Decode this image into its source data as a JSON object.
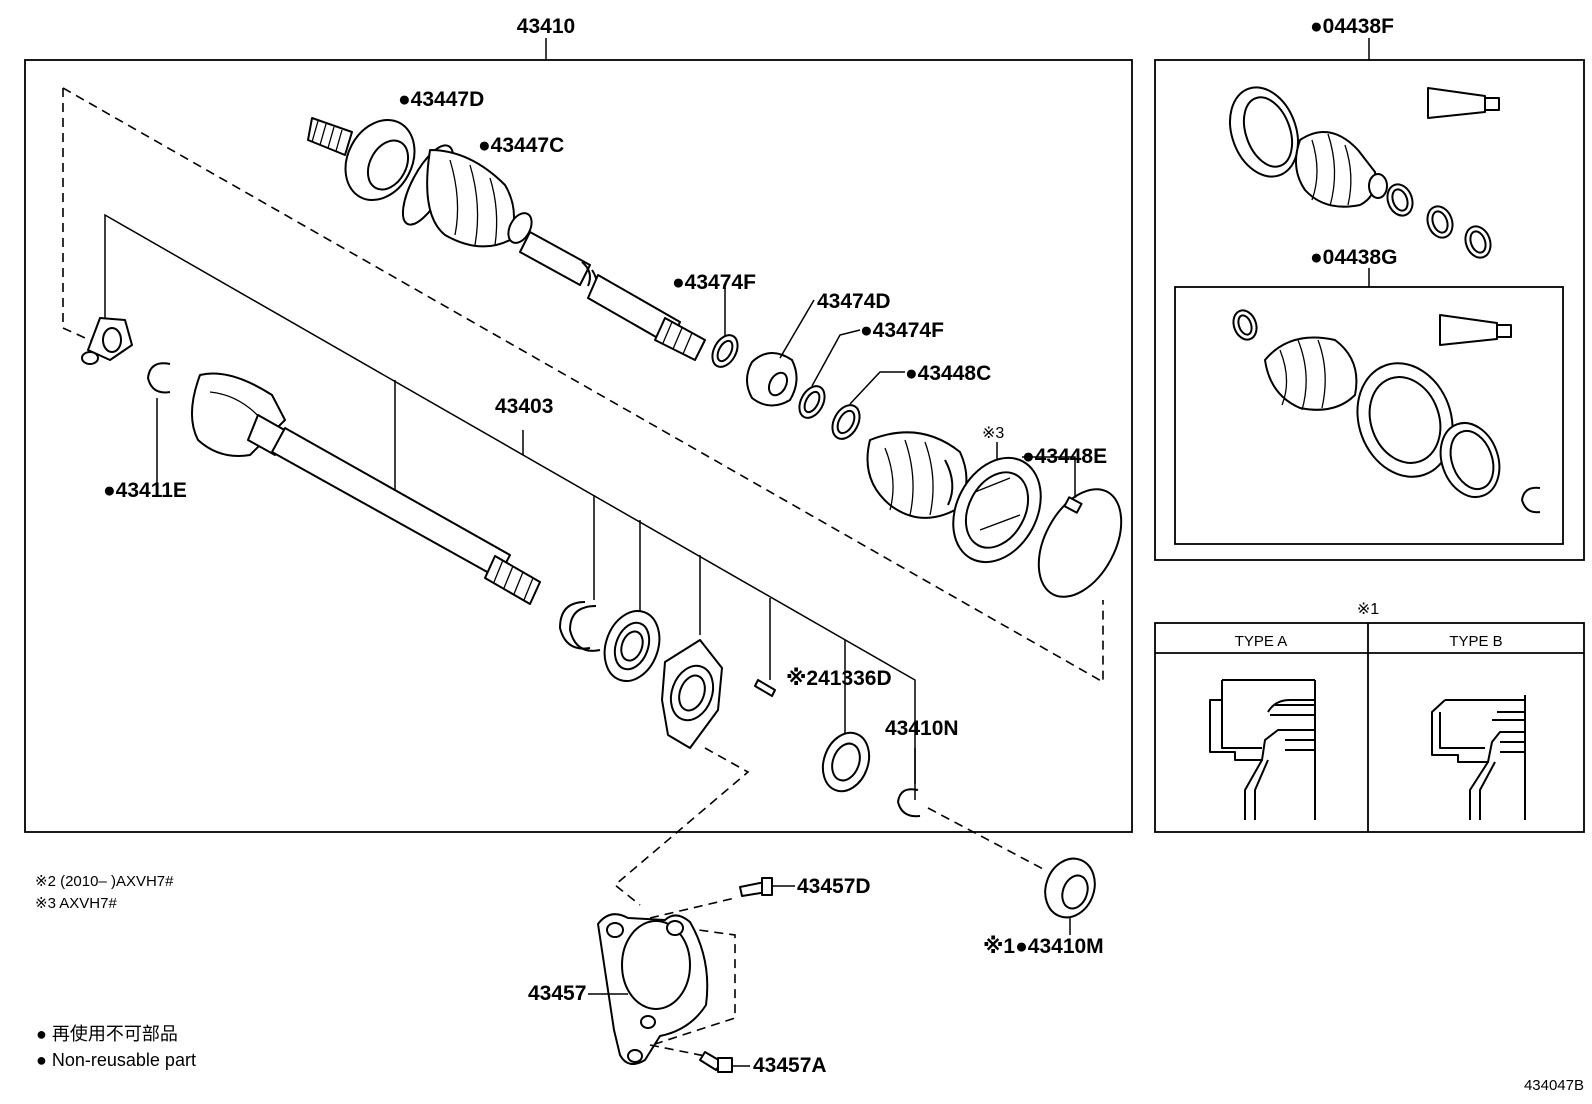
{
  "diagram": {
    "assembly_number": "43410",
    "code": "434047B",
    "callouts": {
      "p43447D": "●43447D",
      "p43447C": "●43447C",
      "p43474F_a": "●43474F",
      "p43474D": "43474D",
      "p43474F_b": "●43474F",
      "p43448C": "●43448C",
      "p43448E": "●43448E",
      "ref3": "※3",
      "p43403": "43403",
      "p43411E": "●43411E",
      "p41336D": "※241336D",
      "p43410N": "43410N",
      "p43457D": "43457D",
      "p43457": "43457",
      "p43457A": "43457A",
      "p43410M": "※1●43410M"
    },
    "kits": {
      "kit_f": "●04438F",
      "kit_g": "●04438G"
    },
    "type_table": {
      "mark": "※1",
      "type_a": "TYPE A",
      "type_b": "TYPE B"
    },
    "notes": {
      "note2": "※2 (2010–        )AXVH7#",
      "note3": "※3 AXVH7#"
    },
    "legend": {
      "jp": "● 再使用不可部品",
      "en": "● Non-reusable part"
    }
  }
}
